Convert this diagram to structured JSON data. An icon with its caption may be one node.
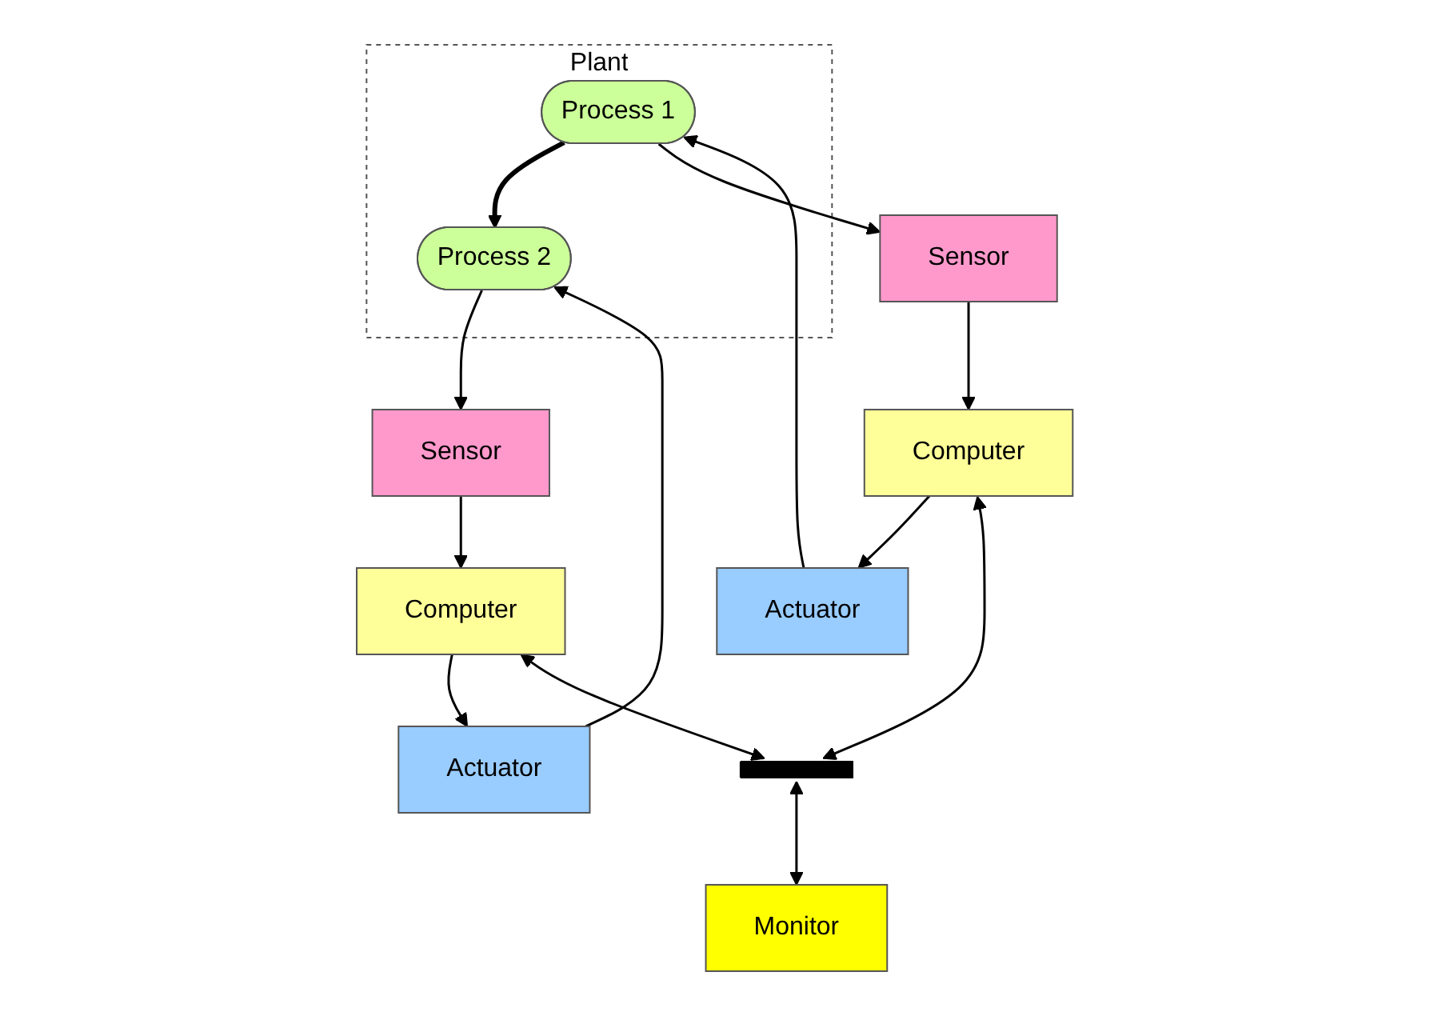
{
  "diagram": {
    "nodes": [
      {
        "text": [
          "Plant"
        ]
      },
      {
        "text": [
          "Process 1"
        ],
        "in": 0
      },
      {
        "text": [
          "Process 2"
        ],
        "in": 0
      },
      {
        "text": [
          "Sensor"
        ]
      },
      {
        "text": [
          "Actuator"
        ]
      },
      {
        "text": [
          "Sensor"
        ]
      },
      {
        "text": [
          "Actuator"
        ]
      },
      {
        "text": [
          "Computer"
        ]
      },
      {
        "text": [
          "Computer"
        ]
      },
      {
        "text": [],
        "shape": "bar"
      },
      {
        "text": [
          "Monitor"
        ]
      }
    ],
    "edges": [
      {
        "from": 1,
        "to": 2,
        "arrow": "to",
        "style": "thick"
      },
      {
        "from": 1,
        "to": 3,
        "arrow": "to"
      },
      {
        "from": 4,
        "to": 1,
        "arrow": "to"
      },
      {
        "from": 3,
        "to": 7,
        "arrow": "to"
      },
      {
        "from": 7,
        "to": 4,
        "arrow": "to"
      },
      {
        "from": 2,
        "to": 5,
        "arrow": "to"
      },
      {
        "from": 6,
        "to": 2,
        "arrow": "to"
      },
      {
        "from": 5,
        "to": 8,
        "arrow": "to"
      },
      {
        "from": 8,
        "to": 6,
        "arrow": "to"
      },
      {
        "from": 7,
        "to": 9,
        "arrow": "both"
      },
      {
        "from": 8,
        "to": 9,
        "arrow": "both"
      },
      {
        "from": 9,
        "to": 10,
        "arrow": "both"
      }
    ]
  }
}
